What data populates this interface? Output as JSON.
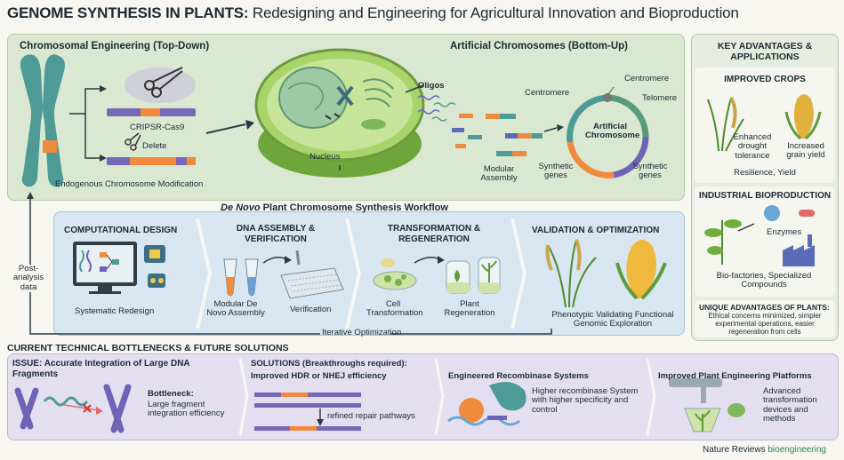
{
  "title": {
    "bold": "GENOME SYNTHESIS IN PLANTS:",
    "rest": " Redesigning and Engineering for Agricultural Innovation and Bioproduction"
  },
  "top": {
    "left_header": "Chromosomal Engineering (Top-Down)",
    "crispr_label": "CRIPSR-Cas9",
    "delete_label": "Delete",
    "endogenous_label": "Endogenous Chromosome Modification",
    "nucleus_label": "Nucleus",
    "right_header": "Artificial Chromosomes (Bottom-Up)",
    "oligos_label": "Oligos",
    "centromere_left": "Centromere",
    "centromere_top": "Centromere",
    "telomere_label": "Telomere",
    "artificial_label": "Artificial Chromosome",
    "modular_assembly": "Modular Assembly",
    "synthetic_genes_left": "Synthetic genes",
    "synthetic_genes_right": "Synthetic genes"
  },
  "workflow": {
    "title_italic": "De Novo",
    "title_rest": " Plant Chromosome Synthesis Workflow",
    "post_analysis": "Post-analysis data",
    "iterative": "Iterative Optimization",
    "steps": [
      {
        "header": "COMPUTATIONAL DESIGN",
        "caption": "Systematic Redesign"
      },
      {
        "header": "DNA ASSEMBLY & VERIFICATION",
        "caption_a": "Modular De Novo Assembly",
        "caption_b": "Verification"
      },
      {
        "header": "TRANSFORMATION & REGENERATION",
        "caption_a": "Cell Transformation",
        "caption_b": "Plant Regeneration"
      },
      {
        "header": "VALIDATION & OPTIMIZATION",
        "caption": "Phenotypic Validating Functional Genomic Exploration"
      }
    ]
  },
  "advantages": {
    "header": "KEY ADVANTAGES & APPLICATIONS",
    "crops_header": "IMPROVED CROPS",
    "crop_a": "Enhanced drought tolerance",
    "crop_b": "Increased grain yield",
    "crops_caption": "Resilience, Yield",
    "industrial_header": "INDUSTRIAL BIOPRODUCTION",
    "enzymes": "Enzymes",
    "industrial_caption": "Bio-factories, Specialized Compounds",
    "unique_header": "UNIQUE ADVANTAGES OF PLANTS:",
    "unique_text": "Ethical concerns minimized, simpler experimental operations, easier regeneration from cells"
  },
  "bottlenecks": {
    "header": "CURRENT TECHNICAL BOTTLENECKS & FUTURE SOLUTIONS",
    "issue": "ISSUE: Accurate Integration of Large DNA Fragments",
    "bottleneck_title": "Bottleneck:",
    "bottleneck_text": "Large fragment integration efficiency",
    "solutions_header": "SOLUTIONS (Breakthroughs required):",
    "solutions_sub": "Improved HDR or NHEJ efficiency",
    "refined": "refined repair pathways",
    "recombinase_header": "Engineered Recombinase Systems",
    "recombinase_text": "Higher recombinase System with higher specificity and control",
    "platform_header": "Improved Plant Engineering Platforms",
    "platform_text": "Advanced transformation devices and methods"
  },
  "footer": {
    "journal": "Nature Reviews",
    "section": "bioengineering"
  },
  "colors": {
    "green_panel": "#dbe8d1",
    "blue_panel": "#d7e6f0",
    "purple_panel": "#e3dff0",
    "teal": "#4e9a96",
    "orange": "#f08a3c",
    "purple": "#6f63b5"
  }
}
